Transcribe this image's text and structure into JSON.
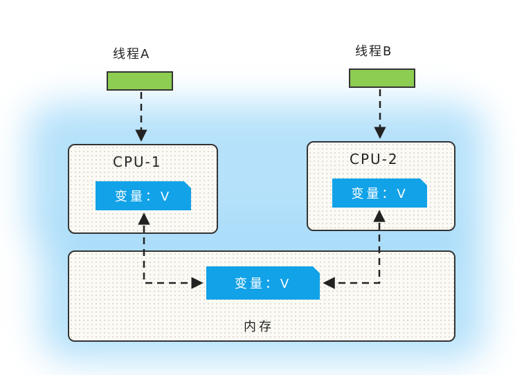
{
  "threads": {
    "a": {
      "label": "线程A"
    },
    "b": {
      "label": "线程B"
    }
  },
  "cpus": {
    "cpu1": {
      "title": "CPU-1",
      "variable": "变量：V"
    },
    "cpu2": {
      "title": "CPU-2",
      "variable": "变量：V"
    }
  },
  "memory": {
    "title": "内存",
    "variable": "变量：V"
  },
  "colors": {
    "thread_bar": "#8ccd52",
    "variable_box": "#12a2e8",
    "glow": "#78c8f5",
    "border": "#333333"
  }
}
